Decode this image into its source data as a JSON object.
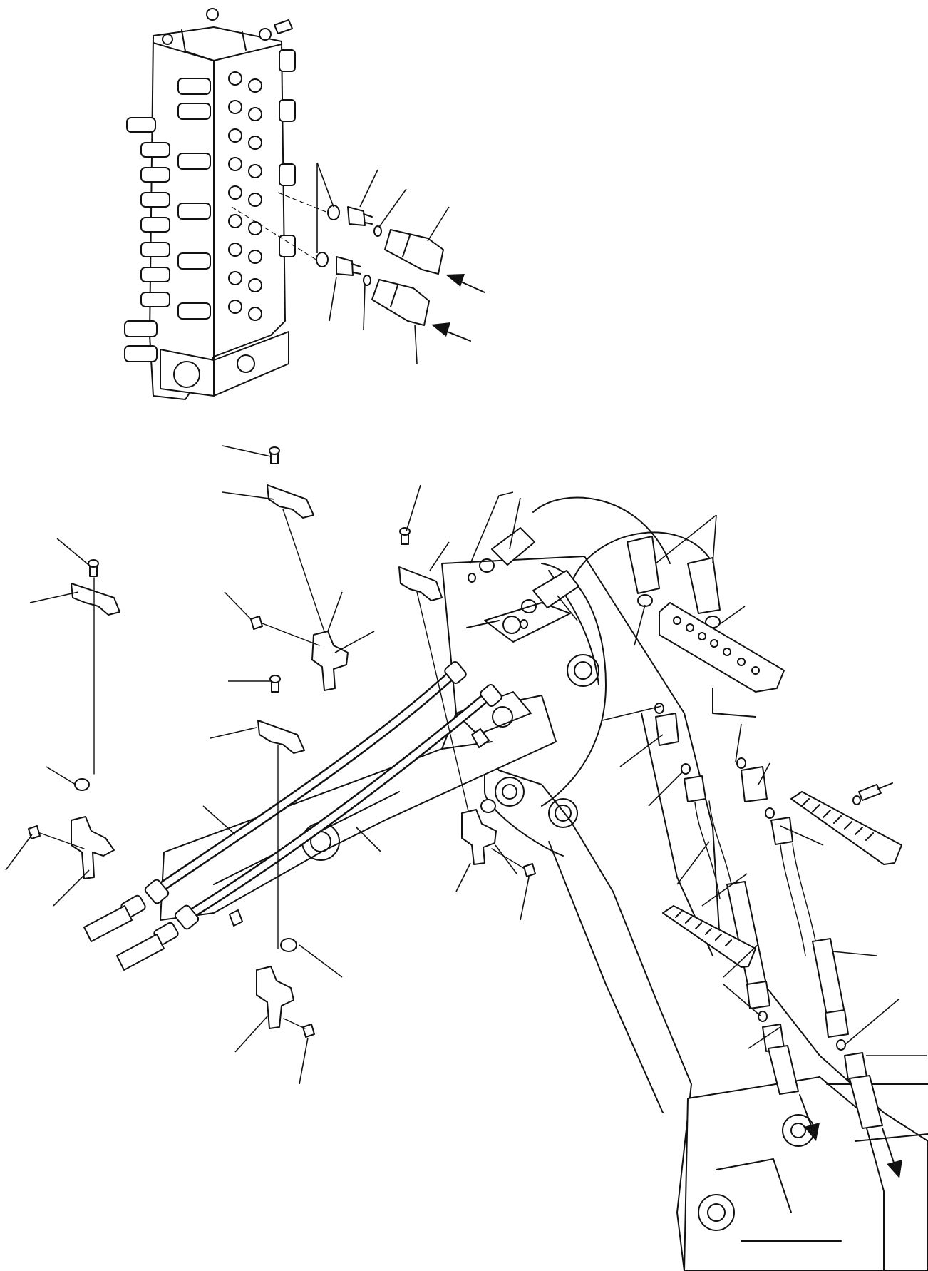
{
  "figure": {
    "corner_text": "",
    "arrow_icons": [
      "flow-arrow-upper-1",
      "flow-arrow-upper-2",
      "flow-arrow-lower-1",
      "flow-arrow-lower-2"
    ]
  },
  "components": [
    "control-valve",
    "o-ring",
    "union-fitting",
    "hose-end",
    "hose-clamp-cap",
    "hose-clamp-base",
    "bolt",
    "spacer",
    "long-hose",
    "bracket-plate",
    "boom-arm",
    "tube"
  ]
}
